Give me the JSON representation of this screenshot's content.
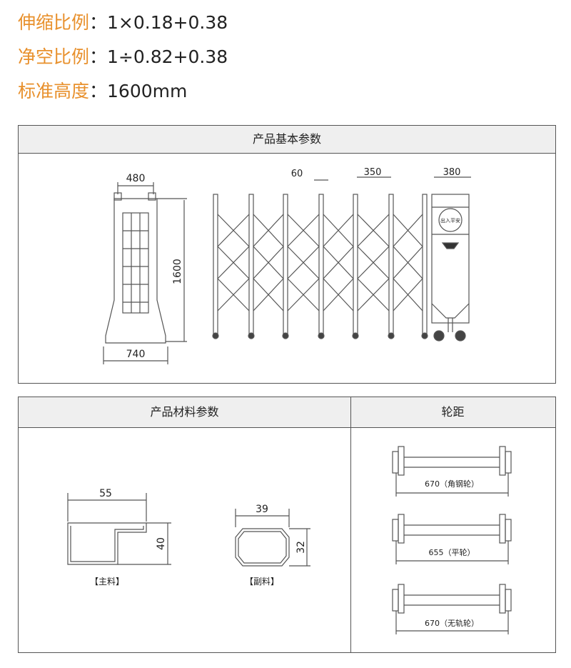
{
  "specs": [
    {
      "label": "伸缩比例",
      "sep": "：",
      "value": "1×0.18+0.38"
    },
    {
      "label": "净空比例",
      "sep": "：",
      "value": "1÷0.82+0.38"
    },
    {
      "label": "标准高度",
      "sep": "：",
      "value": "1600mm"
    }
  ],
  "basic": {
    "title": "产品基本参数",
    "dims": {
      "width_front": "480",
      "height": "1600",
      "base": "740",
      "post": "60",
      "pitch": "350",
      "box": "380"
    },
    "sign_text": "出入平安"
  },
  "material": {
    "title": "产品材料参数",
    "main": {
      "w": "55",
      "h": "40",
      "label": "【主料】"
    },
    "aux": {
      "w": "39",
      "h": "32",
      "label": "【副料】"
    }
  },
  "wheelbase": {
    "title": "轮距",
    "items": [
      "670（角钢轮）",
      "655（平轮）",
      "670（无轨轮）"
    ]
  },
  "colors": {
    "accent": "#e8902c",
    "line": "#555555",
    "header_bg": "#efefef"
  }
}
